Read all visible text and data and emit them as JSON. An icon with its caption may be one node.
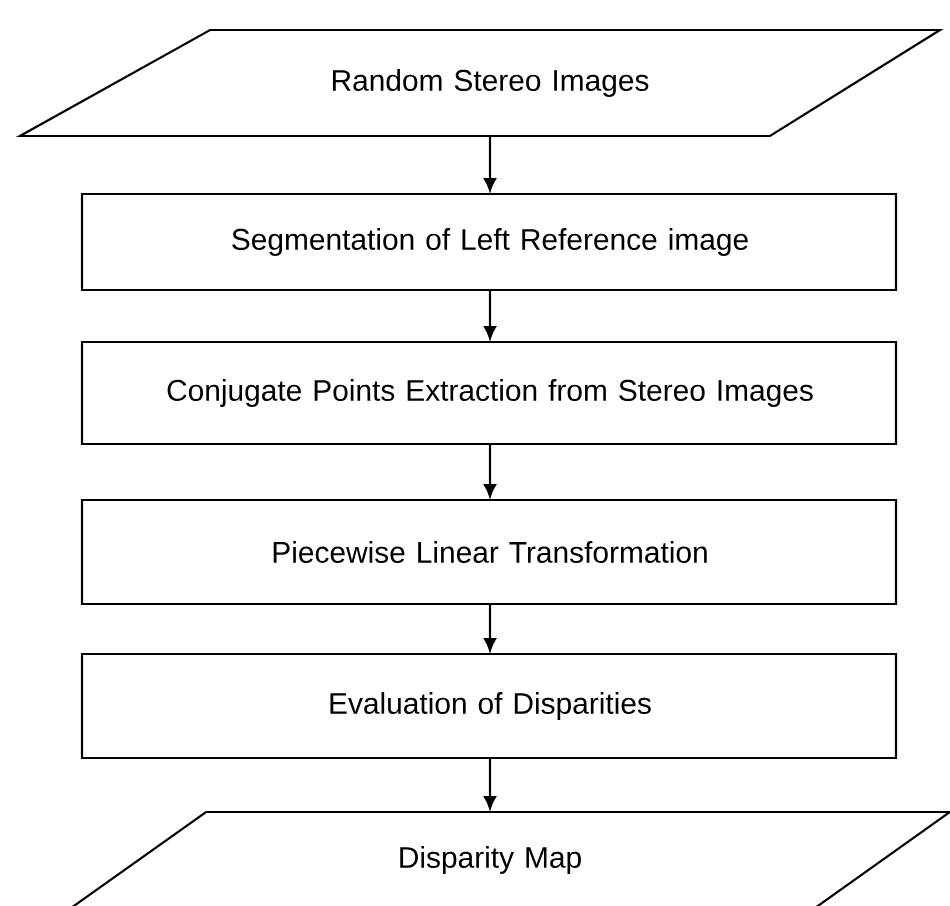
{
  "diagram": {
    "nodes": [
      {
        "text": [
          "Random Stereo Images"
        ]
      },
      {
        "text": [
          "Segmentation of Left Reference image"
        ]
      },
      {
        "text": [
          "Conjugate Points Extraction from Stereo Images"
        ]
      },
      {
        "text": [
          "Piecewise Linear Transformation"
        ]
      },
      {
        "text": [
          "Evaluation of Disparities"
        ]
      },
      {
        "text": [
          "Disparity Map"
        ]
      }
    ],
    "edges": [
      {
        "from": 0,
        "to": 1,
        "arrow": "to"
      },
      {
        "from": 1,
        "to": 2,
        "arrow": "to"
      },
      {
        "from": 2,
        "to": 3,
        "arrow": "to"
      },
      {
        "from": 3,
        "to": 4,
        "arrow": "to"
      },
      {
        "from": 4,
        "to": 5,
        "arrow": "to"
      }
    ]
  }
}
